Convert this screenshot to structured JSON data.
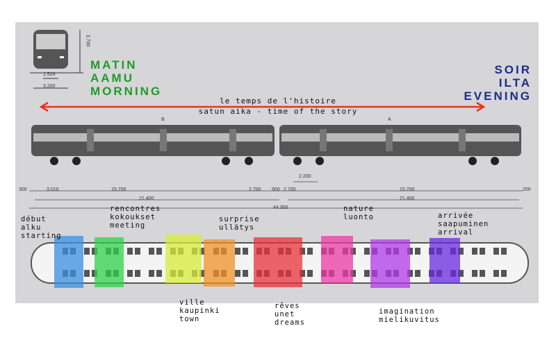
{
  "morning": {
    "l1": "MATIN",
    "l2": "AAMU",
    "l3": "MORNING"
  },
  "evening": {
    "l1": "SOIR",
    "l2": "ILTA",
    "l3": "EVENING"
  },
  "story": {
    "l1": "le temps de l'histoire",
    "l2": "satun aika - time of the story"
  },
  "cars": {
    "b": "B",
    "a": "A"
  },
  "dims": {
    "front_height": "3.700",
    "gauge": "1.524",
    "front_width": "3.200",
    "bogie": "2.200",
    "d300": "300",
    "d3010": "3.010",
    "d15700a": "15.700",
    "d2700a": "2.700",
    "d900": "900",
    "d2700b": "2.700",
    "d15700b": "15.700",
    "d200": "200",
    "d21400a": "21.400",
    "d21400b": "21.400",
    "total": "44.300"
  },
  "zones": [
    {
      "id": "debut",
      "l1": "début",
      "l2": "alku",
      "l3": "starting",
      "color": "#3a8fe0"
    },
    {
      "id": "rencontres",
      "l1": "rencontres",
      "l2": "kokoukset",
      "l3": "meeting",
      "color": "#2fd14a"
    },
    {
      "id": "ville",
      "l1": "ville",
      "l2": "kaupinki",
      "l3": "town",
      "color": "#d8ec3a"
    },
    {
      "id": "surprise",
      "l1": "surprise",
      "l2": "ullätys",
      "l3": "",
      "color": "#f0922a"
    },
    {
      "id": "reves",
      "l1": "rêves",
      "l2": "unet",
      "l3": "dreams",
      "color": "#e8323a"
    },
    {
      "id": "nature",
      "l1": "nature",
      "l2": "luonto",
      "l3": "",
      "color": "#ec3aa6"
    },
    {
      "id": "imagination",
      "l1": "imagination",
      "l2": "mielikuvitus",
      "l3": "",
      "color": "#b23ae8"
    },
    {
      "id": "arrivee",
      "l1": "arrivée",
      "l2": "saapuminen",
      "l3": "arrival",
      "color": "#6a2ae0"
    }
  ],
  "colors": {
    "arrow": "#e8321e"
  }
}
